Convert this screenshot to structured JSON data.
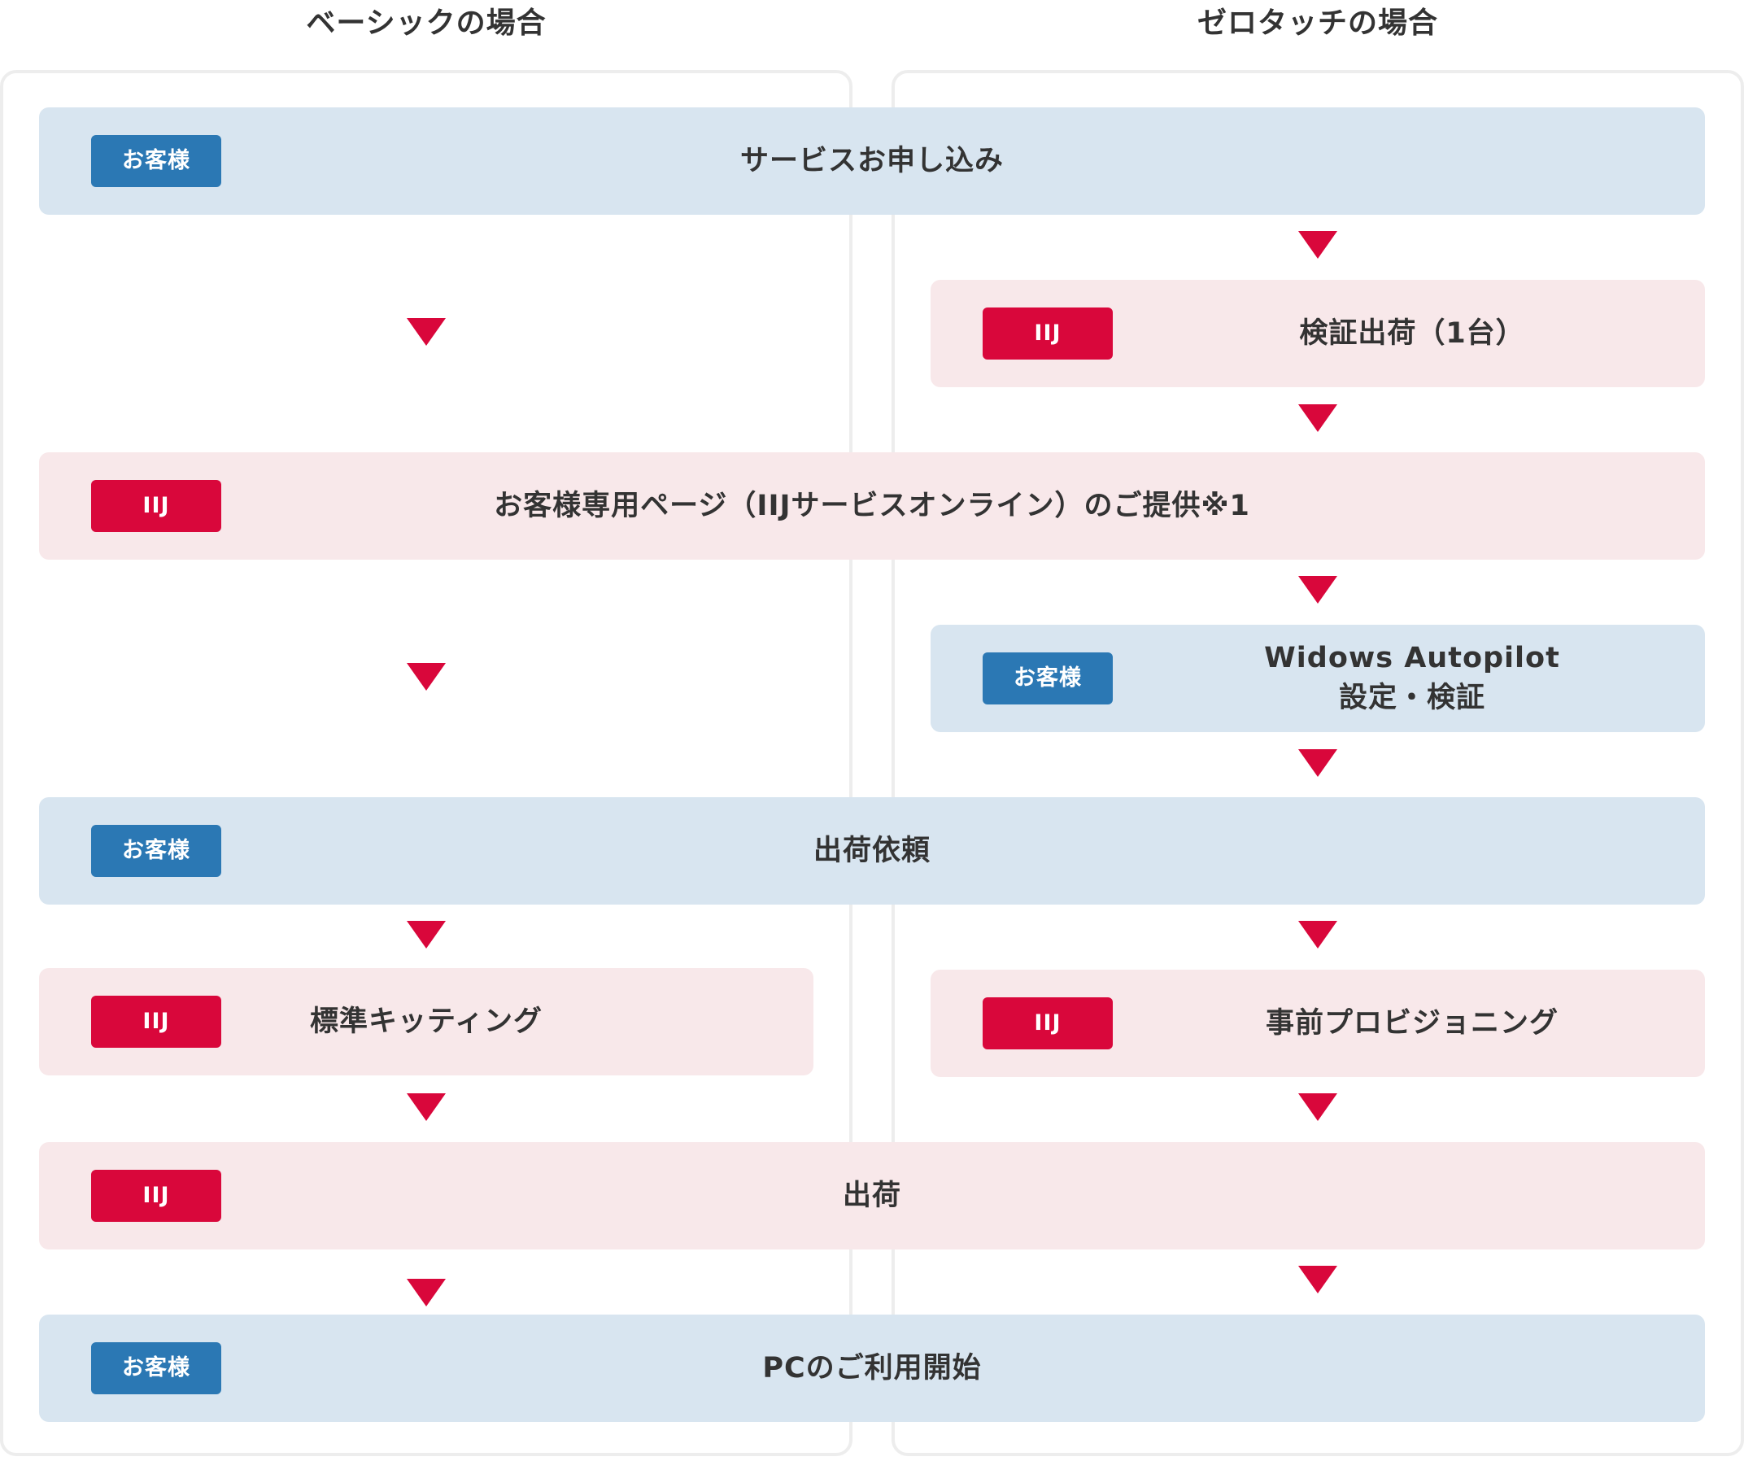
{
  "headers": {
    "basic": "ベーシックの場合",
    "zero_touch": "ゼロタッチの場合"
  },
  "badges": {
    "customer": "お客様",
    "iij": "IIJ"
  },
  "steps": {
    "service_application": "サービスお申し込み",
    "verification_shipment": "検証出荷（1台）",
    "customer_page": "お客様専用ページ（IIJサービスオンライン）のご提供※1",
    "autopilot_line1": "Widows Autopilot",
    "autopilot_line2": "設定・検証",
    "shipping_request": "出荷依頼",
    "standard_kitting": "標準キッティング",
    "pre_provisioning": "事前プロビジョニング",
    "shipment": "出荷",
    "pc_start": "PCのご利用開始"
  },
  "colors": {
    "customer_badge": "#2b78b4",
    "iij_badge": "#d9073b",
    "customer_step_bg": "#d8e5f0",
    "iij_step_bg": "#f8e8ea",
    "arrow": "#d9073b"
  }
}
